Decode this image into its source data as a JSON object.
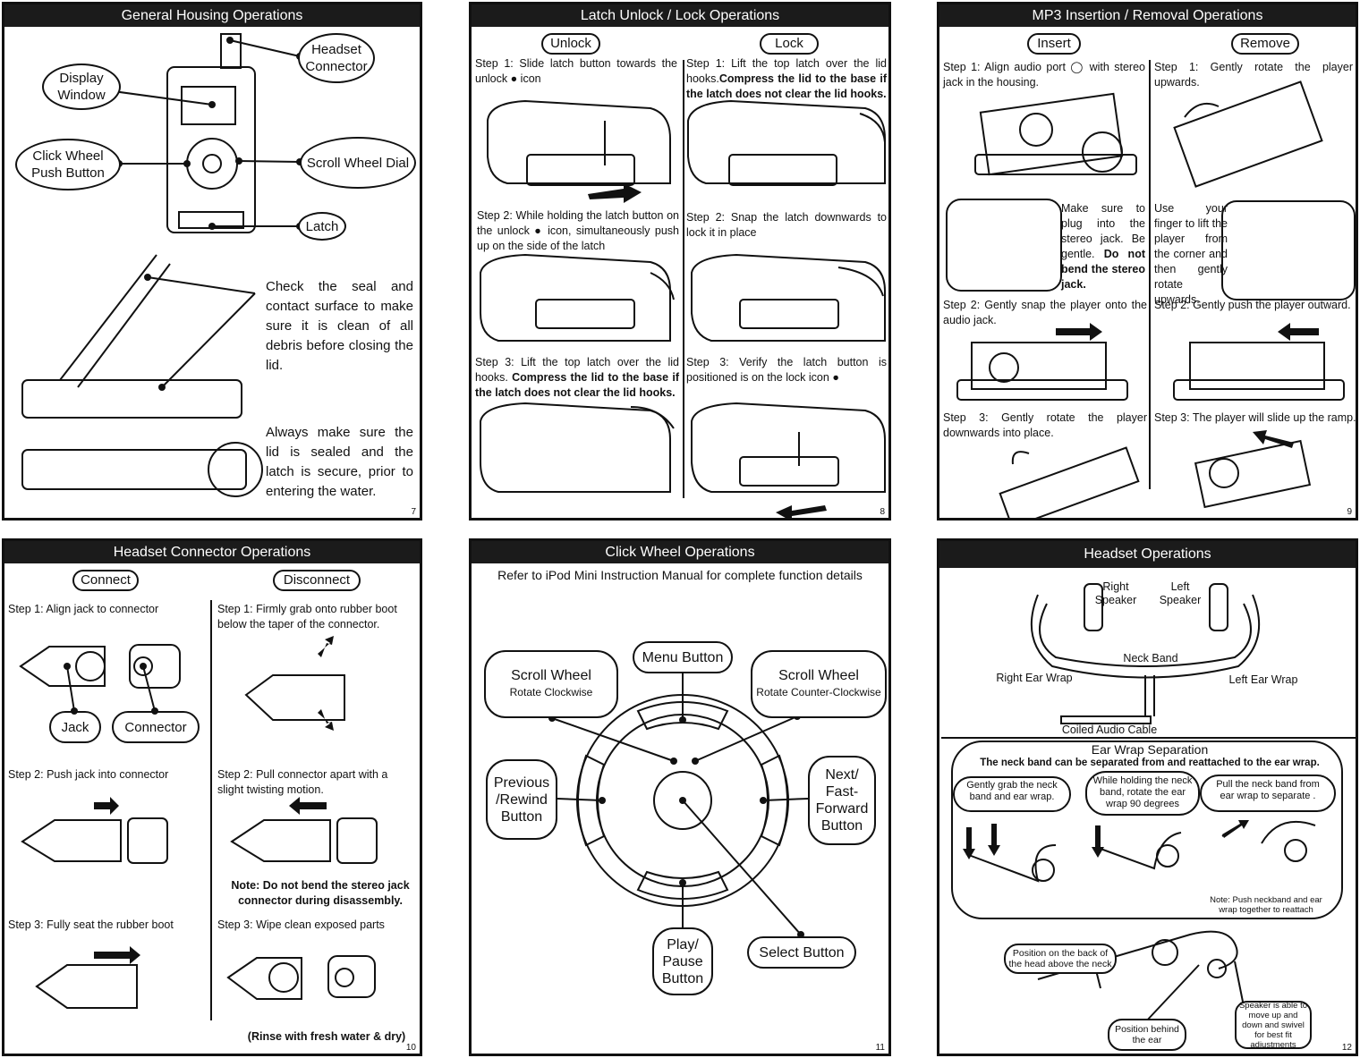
{
  "pages": [
    {
      "title": "General Housing Operations",
      "number": "7",
      "callouts": {
        "headset_connector": "Headset Connector",
        "display_window": "Display Window",
        "click_wheel": "Click Wheel Push Button",
        "scroll_wheel": "Scroll Wheel Dial",
        "latch": "Latch"
      },
      "notes": {
        "seal": "Check the seal and contact surface to make sure it is clean of all debris before closing the lid.",
        "sealed": "Always make sure the lid is sealed and the latch is secure, prior to entering the water."
      }
    },
    {
      "title": "Latch Unlock / Lock Operations",
      "number": "8",
      "unlock_label": "Unlock",
      "lock_label": "Lock",
      "unlock_steps": {
        "s1": "Step 1: Slide latch button towards the unlock",
        "s1_tail": "icon",
        "s2a": "Step 2: While holding the latch button on the unlock",
        "s2b": "icon, simultaneously push up on the side of the latch",
        "s3": "Step 3: Lift the top latch over the lid hooks.",
        "s3_bold": "Compress the lid to the base if the latch does not clear the lid hooks."
      },
      "lock_steps": {
        "s1": "Step 1: Lift the top latch over the lid hooks.",
        "s1_bold": "Compress the lid to the base if the latch does not clear the lid hooks.",
        "s2": "Step 2: Snap the latch downwards to lock it in place",
        "s3": "Step 3: Verify the latch button is positioned is on the lock icon"
      }
    },
    {
      "title": "MP3 Insertion / Removal Operations",
      "number": "9",
      "insert_label": "Insert",
      "remove_label": "Remove",
      "insert_steps": {
        "s1a": "Step 1: Align audio port",
        "s1b": "with stereo jack in the housing.",
        "note": "Make sure to plug into the stereo jack. Be gentle.",
        "note_bold": "Do not bend the stereo jack.",
        "s2": "Step 2: Gently snap the player onto the audio jack.",
        "s3": "Step 3: Gently rotate the player downwards into place."
      },
      "remove_steps": {
        "s1": "Step 1: Gently rotate the player upwards.",
        "note": "Use your finger to lift the player from the corner and then gently rotate upwards.",
        "s2": "Step 2: Gently push the player outward.",
        "s3": "Step 3: The player will slide up the ramp."
      }
    },
    {
      "title": "Headset Connector Operations",
      "number": "10",
      "connect_label": "Connect",
      "disconnect_label": "Disconnect",
      "jack_label": "Jack",
      "connector_label": "Connector",
      "connect_steps": {
        "s1": "Step 1: Align jack to connector",
        "s2": "Step 2: Push jack into connector",
        "s3": "Step 3: Fully seat the rubber boot"
      },
      "disconnect_steps": {
        "s1": "Step 1: Firmly grab onto rubber boot below the taper of the connector.",
        "s2": "Step 2: Pull connector apart with a slight twisting motion.",
        "note": "Note: Do not bend the stereo jack connector during disassembly.",
        "s3": "Step 3: Wipe clean exposed parts",
        "rinse": "(Rinse with fresh water & dry)"
      }
    },
    {
      "title": "Click Wheel Operations",
      "number": "11",
      "intro": "Refer to iPod Mini Instruction Manual for complete function details",
      "buttons": {
        "scroll_cw_title": "Scroll Wheel",
        "scroll_cw_sub": "Rotate Clockwise",
        "menu": "Menu Button",
        "scroll_ccw_title": "Scroll Wheel",
        "scroll_ccw_sub": "Rotate Counter-Clockwise",
        "previous": "Previous /Rewind Button",
        "next": "Next/ Fast-Forward Button",
        "play": "Play/ Pause Button",
        "select": "Select Button"
      }
    },
    {
      "title": "Headset Operations",
      "number": "12",
      "labels": {
        "right_speaker": "Right Speaker",
        "left_speaker": "Left Speaker",
        "neck_band": "Neck Band",
        "right_ear_wrap": "Right Ear Wrap",
        "left_ear_wrap": "Left Ear Wrap",
        "coiled_cable": "Coiled Audio Cable"
      },
      "separation": {
        "title": "Ear Wrap Separation",
        "subtitle": "The neck band can be separated from and reattached to the ear wrap.",
        "b1": "Gently grab the neck band and ear wrap.",
        "b2": "While holding the neck band, rotate the ear wrap 90 degrees",
        "b3": "Pull the neck band from ear wrap to separate .",
        "note": "Note: Push neckband and ear wrap together to reattach"
      },
      "position": {
        "back_head": "Position on the back of the head above the neck",
        "behind_ear": "Position behind the ear",
        "speaker_adjust": "Speaker is able to move up and down and swivel for best fit adjustments"
      }
    }
  ]
}
